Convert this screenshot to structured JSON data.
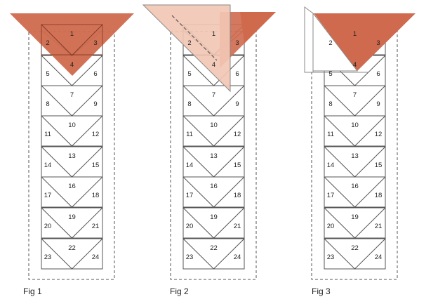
{
  "figures": [
    {
      "caption": "Fig 1",
      "origin": 0,
      "numbers": [
        "1",
        "2",
        "3",
        "4",
        "5",
        "6",
        "7",
        "8",
        "9",
        "10",
        "11",
        "12",
        "13",
        "14",
        "15",
        "16",
        "17",
        "18",
        "19",
        "20",
        "21",
        "22",
        "23",
        "24"
      ]
    },
    {
      "caption": "Fig 2",
      "origin": 202,
      "numbers": [
        "1",
        "2",
        "3",
        "4",
        "5",
        "6",
        "7",
        "8",
        "9",
        "10",
        "11",
        "12",
        "13",
        "14",
        "15",
        "16",
        "17",
        "18",
        "19",
        "20",
        "21",
        "22",
        "23",
        "24"
      ]
    },
    {
      "caption": "Fig 3",
      "origin": 403,
      "numbers": [
        "1",
        "2",
        "3",
        "4",
        "5",
        "6",
        "7",
        "8",
        "9",
        "10",
        "11",
        "12",
        "13",
        "14",
        "15",
        "16",
        "17",
        "18",
        "19",
        "20",
        "21",
        "22",
        "23",
        "24"
      ]
    }
  ],
  "colors": {
    "fabric": "#cf6a4e",
    "fabric_folded": "#f2c7b4",
    "line": "#555555",
    "dashed": "#555555"
  }
}
